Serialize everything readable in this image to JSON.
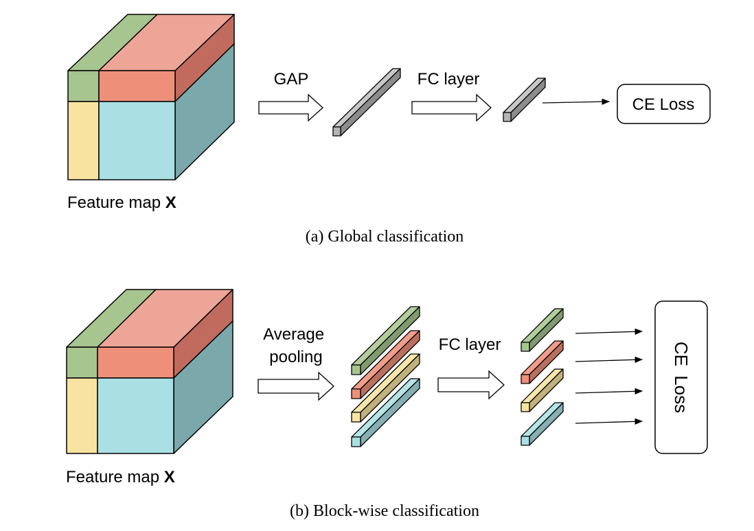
{
  "panel_a": {
    "feature_map_label": "Feature map ",
    "feature_map_symbol": "X",
    "step1_label": "GAP",
    "step2_label": "FC layer",
    "loss_label": "CE Loss",
    "caption": "(a) Global classification"
  },
  "panel_b": {
    "feature_map_label": "Feature map ",
    "feature_map_symbol": "X",
    "step1_label_line1": "Average",
    "step1_label_line2": "pooling",
    "step2_label": "FC layer",
    "loss_label": "CE Loss",
    "caption": "(b) Block-wise classification"
  },
  "colors": {
    "green": "#a7c58f",
    "red": "#ee9079",
    "yellow": "#f8e3a0",
    "cyan": "#aae0e3",
    "gray": "#b4b4b4",
    "stroke": "#000000"
  }
}
